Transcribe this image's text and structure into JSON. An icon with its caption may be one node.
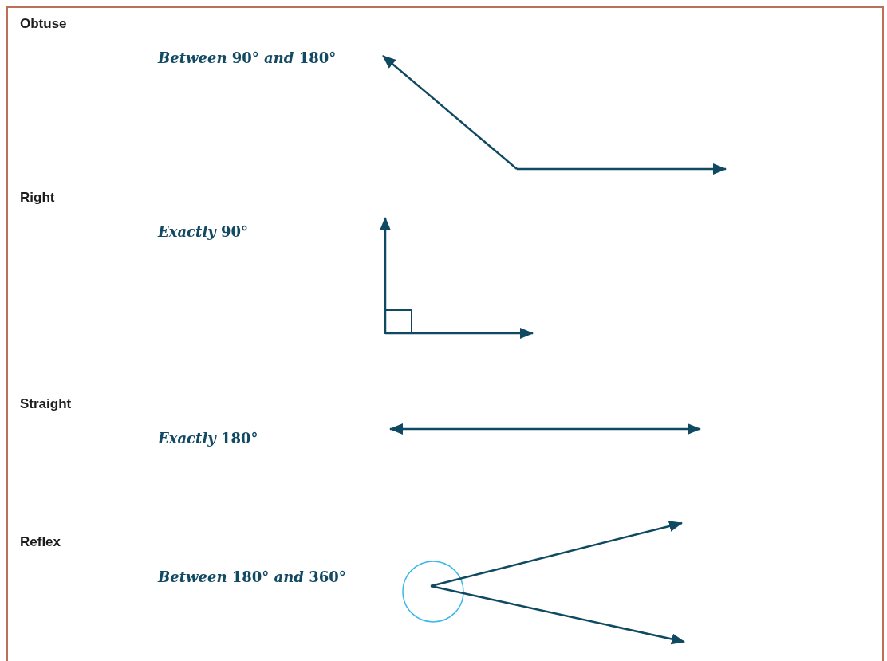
{
  "diagram": {
    "labels": [
      "Obtuse",
      "*Between* 90° *and* 180°",
      "Right",
      "*Exactly* 90°",
      "Straight",
      "*Exactly* 180°",
      "Reflex",
      "*Between* 180° *and* 360°"
    ]
  }
}
